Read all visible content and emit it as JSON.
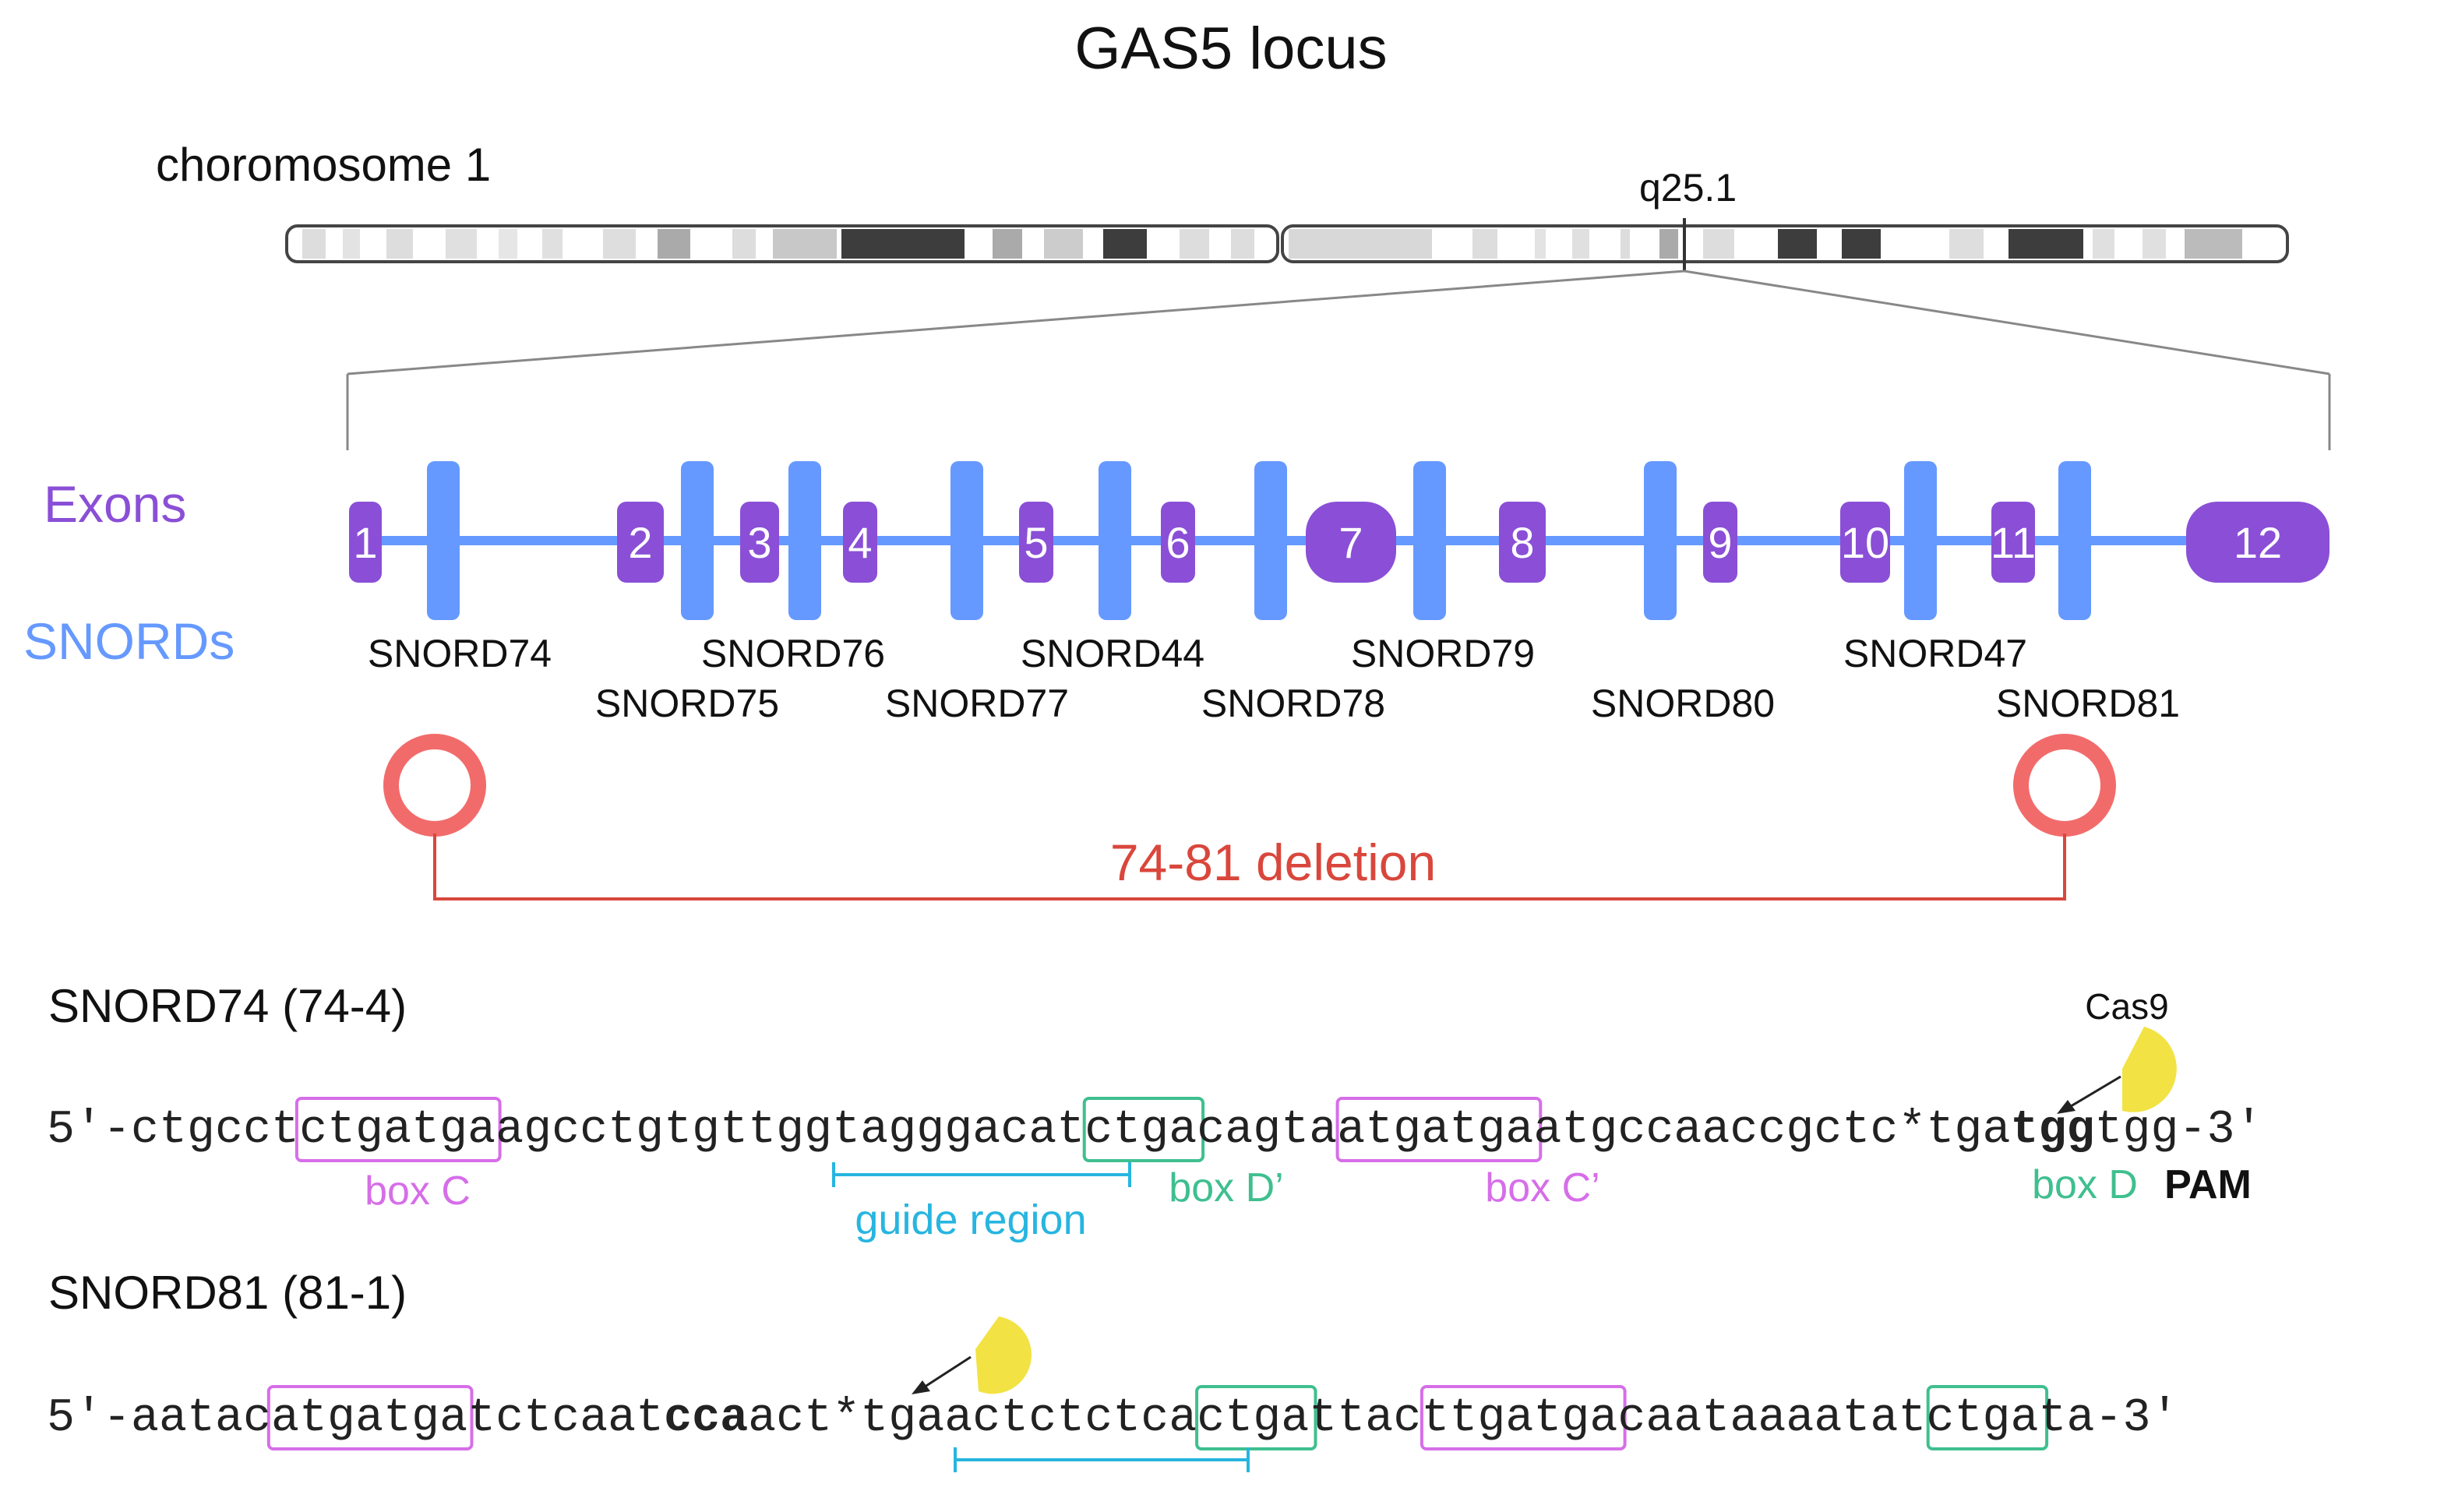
{
  "title": "GAS5 locus",
  "chromosome": {
    "label": "choromosome 1",
    "band_label": "q25.1"
  },
  "track_labels": {
    "exons": "Exons",
    "snords": "SNORDs"
  },
  "colors": {
    "exon": "#8a4fd6",
    "snord": "#6699ff",
    "deletion": "#f26b6b",
    "deletion_text": "#d9473c",
    "box_c": "#d66ee8",
    "box_d": "#3fbf8f",
    "guide": "#27b5e0",
    "cas9": "#f2e244"
  },
  "exons": [
    "1",
    "2",
    "3",
    "4",
    "5",
    "6",
    "7",
    "8",
    "9",
    "10",
    "11",
    "12"
  ],
  "snords": [
    "SNORD74",
    "SNORD75",
    "SNORD76",
    "SNORD77",
    "SNORD44",
    "SNORD78",
    "SNORD79",
    "SNORD80",
    "SNORD47",
    "SNORD81"
  ],
  "deletion": {
    "label": "74-81 deletion"
  },
  "sequences": [
    {
      "title": "SNORD74 (74-4)",
      "segments": [
        {
          "t": "5'-ctgcct"
        },
        {
          "t": "ctgatga",
          "box": "c"
        },
        {
          "t": "agcctgtgttggtagggacat"
        },
        {
          "t": "ctga",
          "box": "d"
        },
        {
          "t": "cagta"
        },
        {
          "t": "atgatga",
          "box": "c"
        },
        {
          "t": "atgccaaccgctc*tga"
        },
        {
          "t": "tgg",
          "bold": true
        },
        {
          "t": "tgg-3'"
        }
      ],
      "annotations": {
        "box_c": "box C",
        "guide_region": "guide region",
        "box_d_prime": "box D’",
        "box_c_prime": "box C’",
        "box_d": "box D",
        "pam": "PAM",
        "cas9": "Cas9"
      }
    },
    {
      "title": "SNORD81 (81-1)",
      "segments": [
        {
          "t": "5'-aatac"
        },
        {
          "t": "atgatga",
          "box": "c"
        },
        {
          "t": "tctcaat"
        },
        {
          "t": "cca",
          "bold": true
        },
        {
          "t": "act*tgaactctctca"
        },
        {
          "t": "ctga",
          "box": "d"
        },
        {
          "t": "ttac"
        },
        {
          "t": "ttgatga",
          "box": "c"
        },
        {
          "t": "caataaaatat"
        },
        {
          "t": "ctga",
          "box": "d"
        },
        {
          "t": "ta-3'"
        }
      ]
    }
  ]
}
